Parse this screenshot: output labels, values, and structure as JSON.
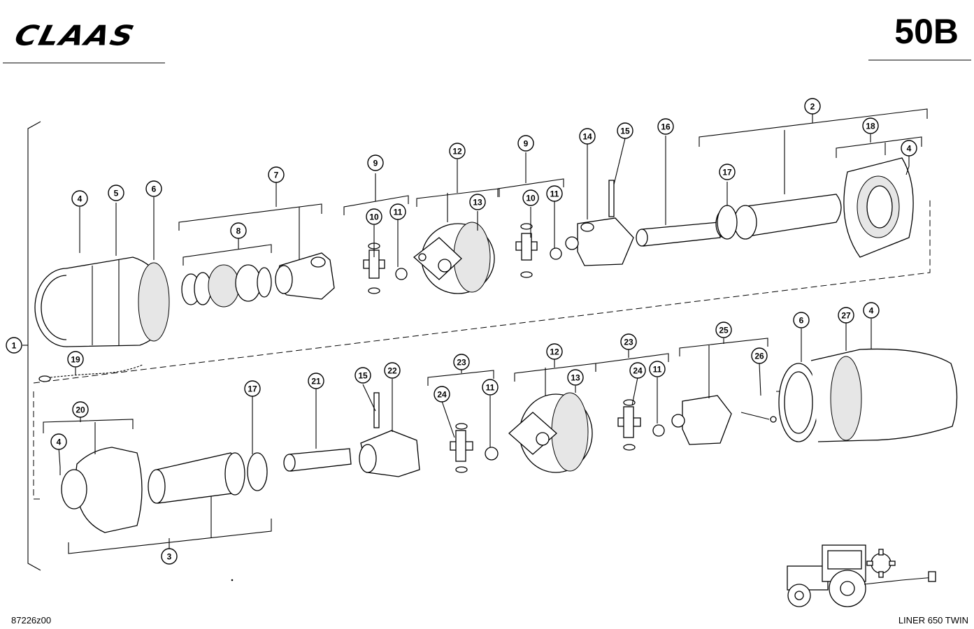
{
  "header": {
    "brand": "CLAAS",
    "page_code": "50B"
  },
  "footer": {
    "doc_number": "87226z00",
    "model": "LINER 650 TWIN"
  },
  "callouts": [
    "1",
    "2",
    "3",
    "4",
    "4",
    "4",
    "4",
    "5",
    "6",
    "6",
    "7",
    "8",
    "9",
    "9",
    "10",
    "10",
    "11",
    "11",
    "11",
    "11",
    "12",
    "12",
    "13",
    "13",
    "14",
    "15",
    "15",
    "16",
    "17",
    "17",
    "18",
    "19",
    "20",
    "21",
    "22",
    "23",
    "23",
    "24",
    "24",
    "25",
    "26",
    "27"
  ]
}
